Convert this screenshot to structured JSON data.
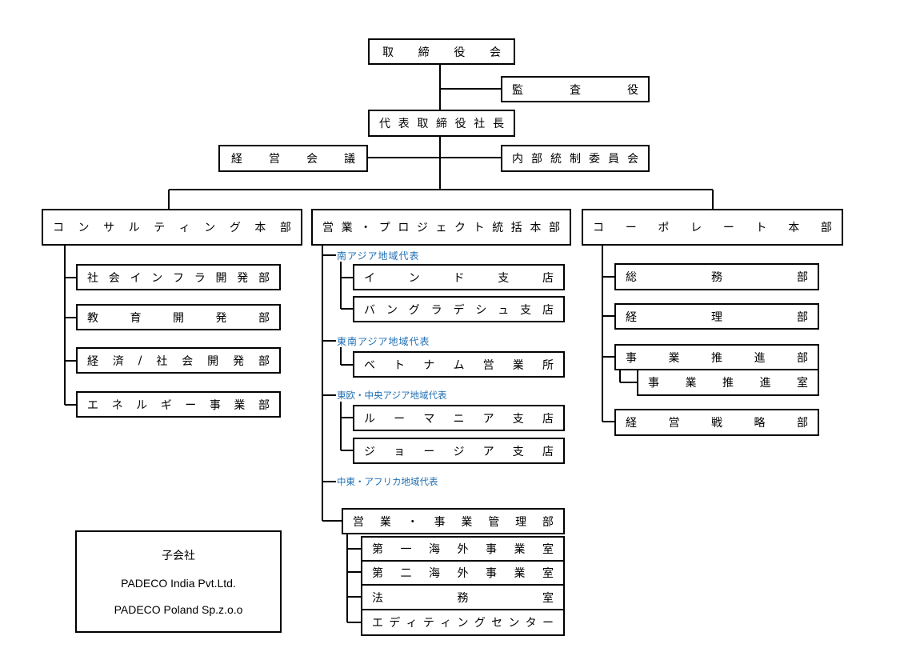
{
  "board": "取締役会",
  "auditor": "監査役",
  "president": "代表取締役社長",
  "mgmt_meeting": "経営会議",
  "internal_control": "内部統制委員会",
  "divisions": {
    "consulting": {
      "title": "コンサルティング本部",
      "units": [
        "社会インフラ開発部",
        "教育開発部",
        "経済/社会開発部",
        "エネルギー事業部"
      ]
    },
    "sales": {
      "title": "営業・プロジェクト統括本部",
      "regions": [
        {
          "name": "南アジア地域代表",
          "branches": [
            "インド支店",
            "バングラデシュ支店"
          ]
        },
        {
          "name": "東南アジア地域代表",
          "branches": [
            "ベトナム営業所"
          ]
        },
        {
          "name": "東欧・中央アジア地域代表",
          "branches": [
            "ルーマニア支店",
            "ジョージア支店"
          ]
        },
        {
          "name": "中東・アフリカ地域代表",
          "branches": []
        }
      ],
      "admin": {
        "title": "営業・事業管理部",
        "units": [
          "第一海外事業室",
          "第二海外事業室",
          "法務室",
          "エディティングセンター"
        ]
      }
    },
    "corporate": {
      "title": "コーポレート本部",
      "units": [
        "総務部",
        "経理部",
        "事業推進部",
        "事業推進室",
        "経営戦略部"
      ]
    }
  },
  "subsidiaries": {
    "title": "子会社",
    "items": [
      "PADECO India Pvt.Ltd.",
      "PADECO Poland Sp.z.o.o"
    ]
  }
}
